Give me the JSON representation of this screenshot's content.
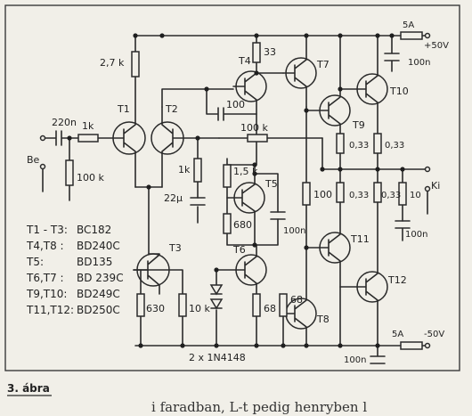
{
  "caption": "3. ábra",
  "body_text": "i faradban,  L-t  pedig  henryben l",
  "input_label": "Be",
  "output_label": "Ki",
  "supply": {
    "pos_fuse": "5A",
    "pos_volt": "+50V",
    "neg_fuse": "5A",
    "neg_volt": "-50V"
  },
  "components": {
    "c_in": "220n",
    "r_in": "1k",
    "r_bias": "100 k",
    "r_col": "2,7 k",
    "r_33": "33",
    "c_100": "100",
    "r_fb": "100 k",
    "r_1k": "1k",
    "c_22u": "22µ",
    "r_15k": "1,5 k",
    "r_680": "680",
    "c_t5": "100n",
    "r_100": "100",
    "r_033a": "0,33",
    "r_033b": "0,33",
    "r_033c": "0,33",
    "r_033d": "0,33",
    "r_10": "10",
    "c_out": "100n",
    "c_top": "100n",
    "c_bot": "100n",
    "r_630": "630",
    "r_10k": "10 k",
    "r_68a": "68",
    "r_68b": "68",
    "diodes": "2 x 1N4148"
  },
  "transistors": {
    "t1": "T1",
    "t2": "T2",
    "t3": "T3",
    "t4": "T4",
    "t5": "T5",
    "t6": "T6",
    "t7": "T7",
    "t8": "T8",
    "t9": "T9",
    "t10": "T10",
    "t11": "T11",
    "t12": "T12"
  },
  "legend": [
    {
      "ref": "T1 - T3:",
      "part": "BC182"
    },
    {
      "ref": "T4,T8 :",
      "part": "BD240C"
    },
    {
      "ref": "T5:",
      "part": "BD135"
    },
    {
      "ref": "T6,T7 :",
      "part": "BD 239C"
    },
    {
      "ref": "T9,T10:",
      "part": "BD249C"
    },
    {
      "ref": "T11,T12:",
      "part": "BD250C"
    }
  ]
}
